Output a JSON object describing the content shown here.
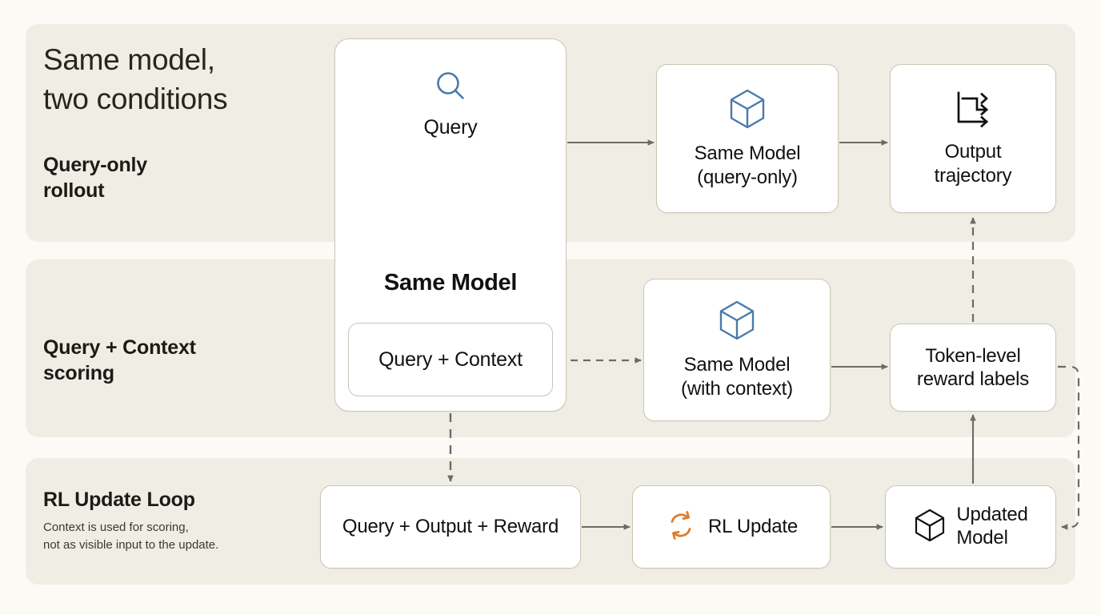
{
  "headline": "Same model,\ntwo conditions",
  "rows": [
    {
      "id": "row-1",
      "label": "Query-only\nrollout"
    },
    {
      "id": "row-2",
      "label": "Query + Context\nscoring"
    },
    {
      "id": "row-3",
      "label": "RL Update Loop",
      "note": "Context is used for scoring,\nnot as visible input to the update."
    }
  ],
  "center_card": {
    "query_label": "Query",
    "query_icon": "search-icon",
    "title": "Same Model",
    "inner_box_label": "Query + Context"
  },
  "nodes": {
    "model_query_only": {
      "label": "Same Model\n(query-only)",
      "icon": "cube-icon"
    },
    "output_trajectory": {
      "label": "Output\ntrajectory",
      "icon": "trajectory-icon"
    },
    "model_with_context": {
      "label": "Same Model\n(with context)",
      "icon": "cube-icon"
    },
    "token_reward": {
      "label": "Token-level\nreward labels"
    },
    "query_output_reward": {
      "label": "Query + Output + Reward"
    },
    "rl_update": {
      "label": "RL Update",
      "icon": "refresh-icon"
    },
    "updated_model": {
      "label": "Updated\nModel",
      "icon": "cube-icon"
    }
  },
  "colors": {
    "page_background": "#fbfaf5",
    "band_background": "#f0eee4",
    "box_background": "#ffffff",
    "box_border": "#c9c6b8",
    "text": "#111111",
    "accent_blue": "#4a7aab",
    "accent_orange": "#e07b28",
    "connector": "#6b6b68"
  },
  "connectors": [
    {
      "from": "center-card",
      "to": "model_query_only",
      "style": "solid"
    },
    {
      "from": "model_query_only",
      "to": "output_trajectory",
      "style": "solid"
    },
    {
      "from": "inner_box_query_context",
      "to": "model_with_context",
      "style": "dashed"
    },
    {
      "from": "model_with_context",
      "to": "token_reward",
      "style": "solid"
    },
    {
      "from": "token_reward",
      "to": "output_trajectory",
      "style": "dashed"
    },
    {
      "from": "center-card",
      "to": "query_output_reward",
      "style": "dashed"
    },
    {
      "from": "query_output_reward",
      "to": "rl_update",
      "style": "solid"
    },
    {
      "from": "rl_update",
      "to": "updated_model",
      "style": "solid"
    },
    {
      "from": "updated_model",
      "to": "token_reward",
      "style": "solid"
    },
    {
      "from": "token_reward",
      "to": "updated_model",
      "style": "dashed-loop"
    }
  ]
}
